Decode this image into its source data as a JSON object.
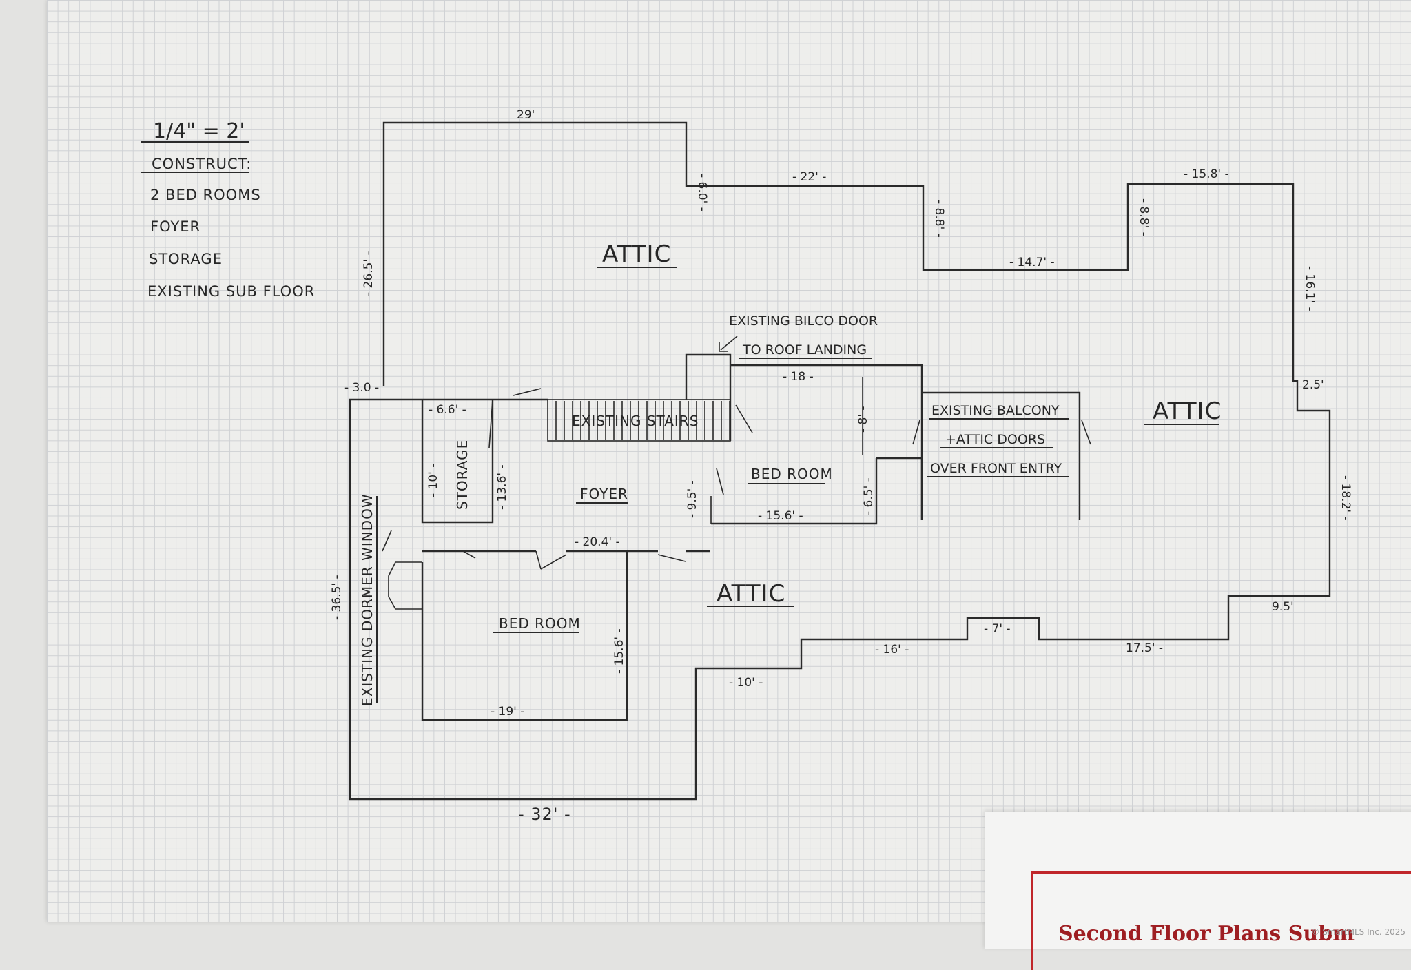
{
  "notes": {
    "scale": "1/4\" = 2'",
    "heading": "CONSTRUCT:",
    "items": [
      "2 BED ROOMS",
      "FOYER",
      "STORAGE",
      "EXISTING SUB FLOOR"
    ]
  },
  "rooms": {
    "attic_upper": "ATTIC",
    "attic_right": "ATTIC",
    "attic_lower": "ATTIC",
    "bedroom_right": "BED ROOM",
    "bedroom_lower": "BED ROOM",
    "foyer": "FOYER",
    "storage": "STORAGE",
    "stairs": "EXISTING STAIRS",
    "balcony": [
      "EXISTING BALCONY",
      "+ATTIC DOORS",
      "OVER FRONT ENTRY"
    ],
    "bilco": [
      "EXISTING BILCO DOOR",
      "TO ROOF LANDING"
    ],
    "dormer": "EXISTING DORMER WINDOW"
  },
  "dimensions": {
    "top": "29'",
    "left_top": "- 26.5' -",
    "step_top": "- 6.0' -",
    "upper_mid": "- 22' -",
    "notch_left": "- 8.8' -",
    "notch_bottom": "- 14.7' -",
    "notch_right": "- 8.8' -",
    "upper_right": "- 15.8' -",
    "right_top": "- 16.1' -",
    "right_step": "2.5'",
    "right_bottom": "- 18.2' -",
    "right_bottom_step": "9.5'",
    "bottom_right": "17.5' -",
    "bump": "- 7' -",
    "bottom_mid": "- 16' -",
    "step_low": "- 10' -",
    "bottom": "- 32' -",
    "left_bottom": "- 36.5' -",
    "left_step": "- 3.0 -",
    "storage_top": "- 6.6' -",
    "storage_side": "- 10' -",
    "storage_right": "- 13.6' -",
    "foyer_bottom": "- 20.4' -",
    "foyer_right": "- 9.5' -",
    "bedroom_top": "- 18 -",
    "bedroom_bottom": "- 15.6' -",
    "bedroom_side": "- 8' -",
    "bedroom_side_low": "- 6.5' -",
    "lower_bed_bottom": "- 19' -",
    "lower_bed_side": "- 15.6' -"
  },
  "sheet_caption": "Second Floor Plans Subm",
  "watermark": "© SmartMLS Inc. 2025"
}
